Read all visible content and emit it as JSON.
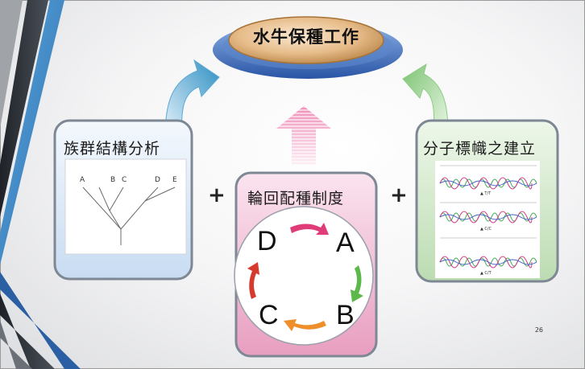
{
  "platform": {
    "title": "水牛保種工作"
  },
  "panels": {
    "left": {
      "title": "族群結構分析",
      "leaves": [
        "A",
        "B",
        "C",
        "D",
        "E"
      ]
    },
    "center": {
      "title": "輪回配種制度",
      "nodes": [
        "D",
        "A",
        "B",
        "C"
      ]
    },
    "right": {
      "title": "分子標幟之建立",
      "gel_labels": [
        "▲ T/T",
        "▲ C/C",
        "▲ C/T"
      ]
    }
  },
  "operators": [
    "+",
    "+"
  ],
  "footer": {
    "page_number": "26"
  },
  "colors": {
    "platform_top": "#d9a873",
    "platform_base": "#3d6fbf",
    "left_panel": "#e3eefa",
    "center_panel": "#f2bfd6",
    "right_panel": "#d6ecd0",
    "arrow_left": "#6ab8d8",
    "arrow_center": "#f0a2c4",
    "arrow_right": "#9fd49a",
    "cycle_d_to_a": "#e03c7a",
    "cycle_a_to_b": "#5db84a",
    "cycle_b_to_c": "#ef8f2c",
    "cycle_c_to_d": "#d63a2c"
  }
}
